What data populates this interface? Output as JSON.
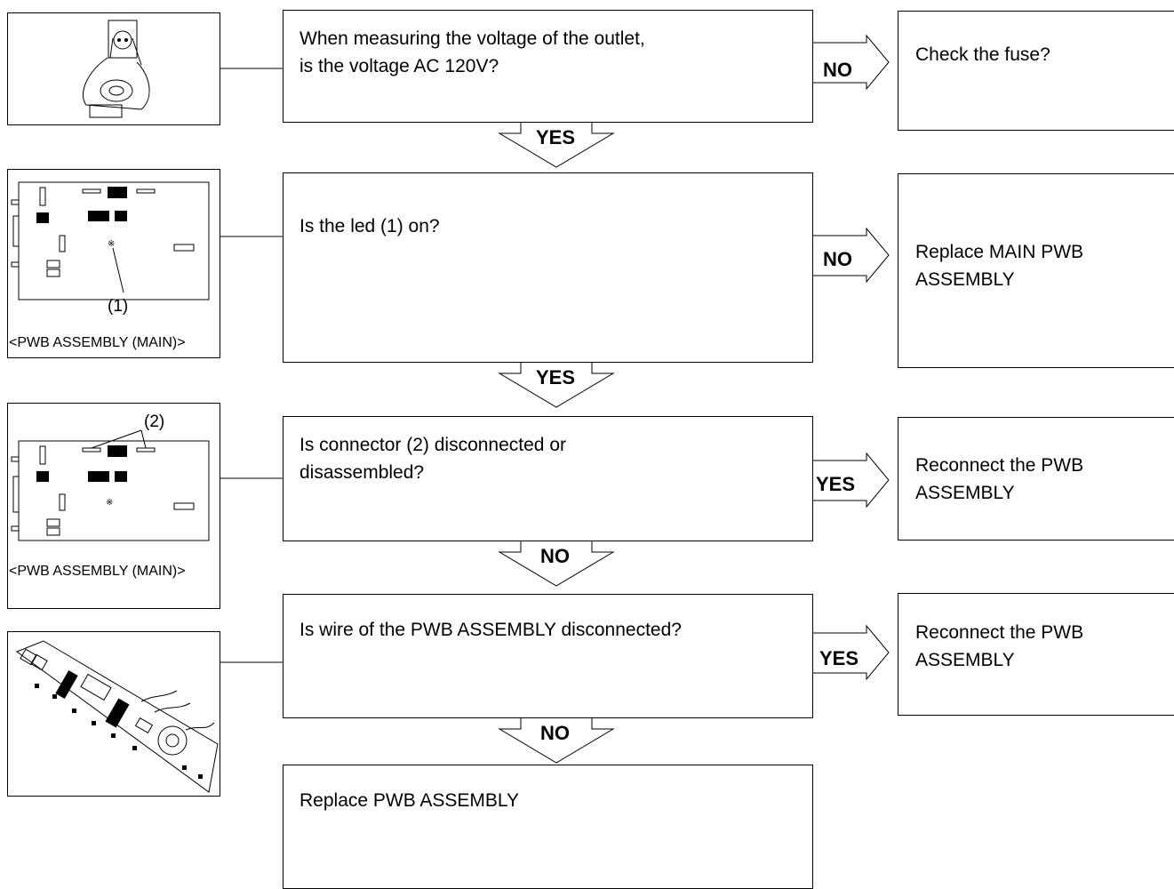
{
  "steps": [
    {
      "question": "When measuring the voltage of the outlet,\nis the voltage AC 120V?",
      "side_label": "NO",
      "side_action": "Check the fuse?",
      "down_label": "YES"
    },
    {
      "question": "Is the led (1) on?",
      "side_label": "NO",
      "side_action": "Replace MAIN PWB\nASSEMBLY",
      "down_label": "YES"
    },
    {
      "question": "Is connector (2)  disconnected or\ndisassembled?",
      "side_label": "YES",
      "side_action": "Reconnect the PWB\nASSEMBLY",
      "down_label": "NO"
    },
    {
      "question": "Is wire of the PWB ASSEMBLY disconnected?",
      "side_label": "YES",
      "side_action": "Reconnect the PWB\nASSEMBLY",
      "down_label": "NO"
    }
  ],
  "final_action": "Replace PWB ASSEMBLY",
  "figures": {
    "fig2": {
      "callout": "(1)",
      "caption": "<PWB ASSEMBLY (MAIN)>"
    },
    "fig3": {
      "callout": "(2)",
      "caption": "<PWB ASSEMBLY (MAIN)>"
    }
  }
}
